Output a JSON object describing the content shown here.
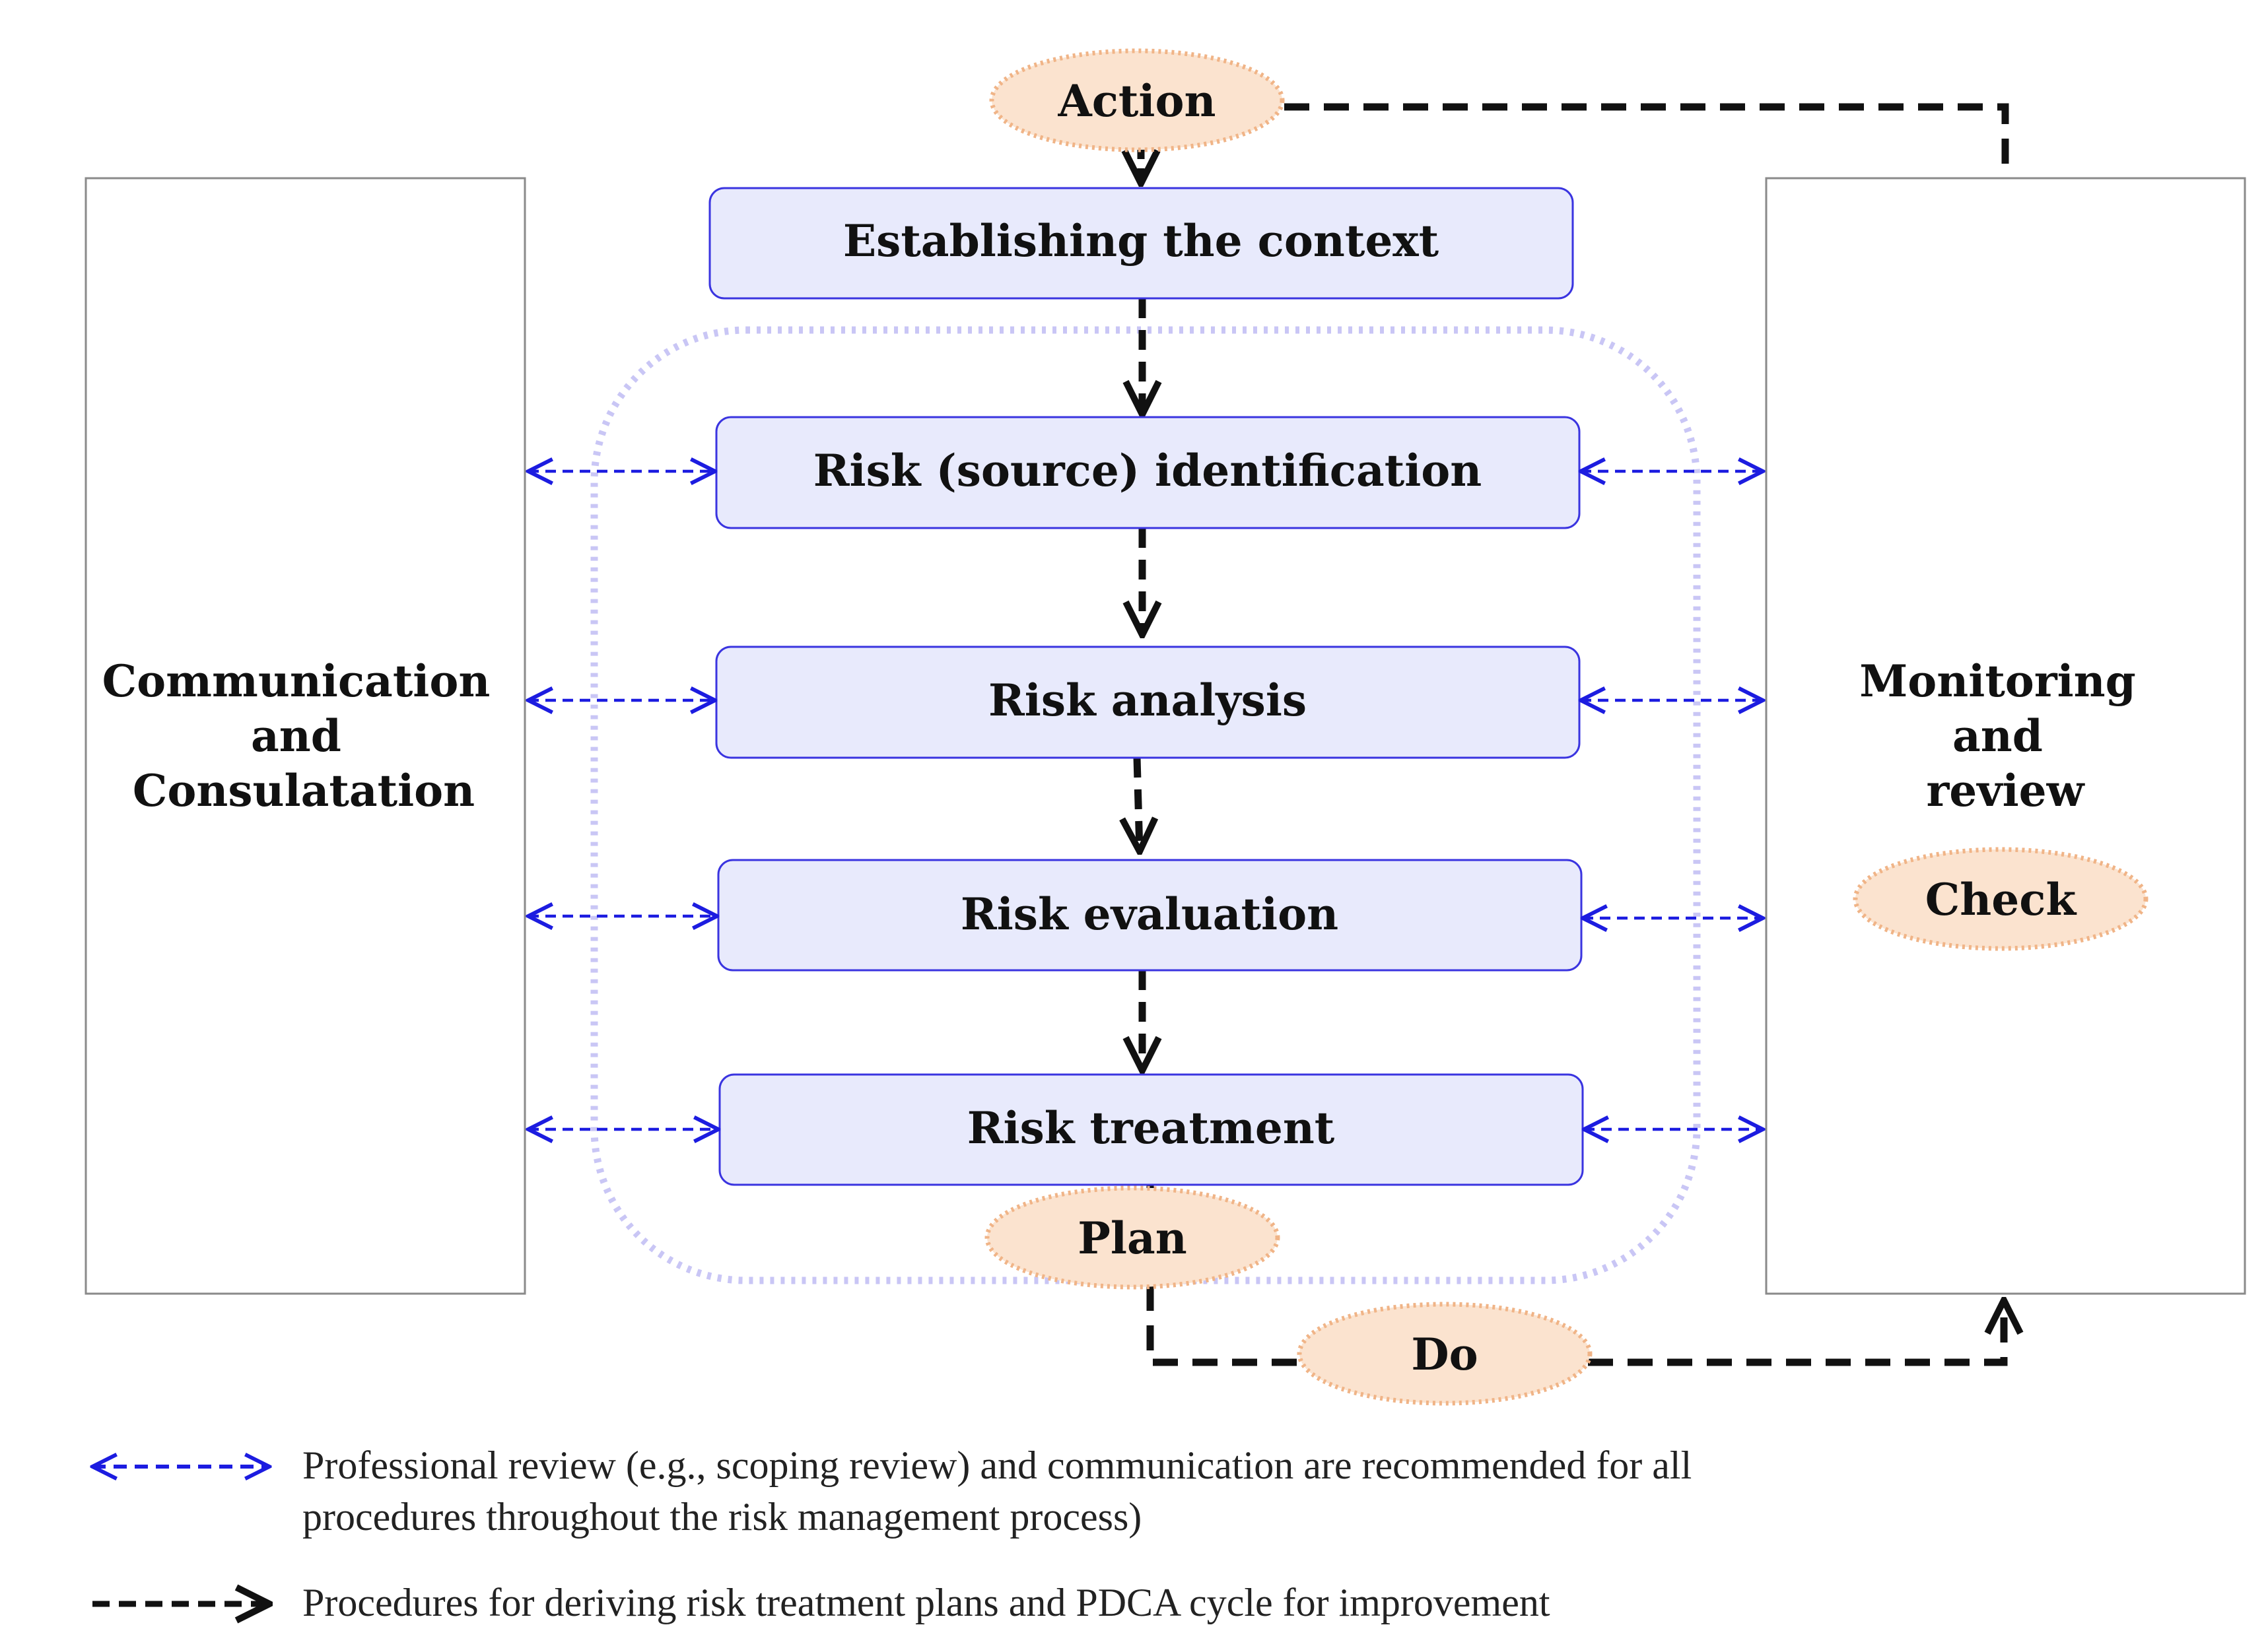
{
  "left_panel": {
    "line1": "Communication",
    "line2": "and",
    "line3": "Consulatation"
  },
  "right_panel": {
    "line1": "Monitoring",
    "line2": "and",
    "line3": "review"
  },
  "process_steps": [
    "Establishing the context",
    "Risk (source) identification",
    "Risk analysis",
    "Risk evaluation",
    "Risk treatment"
  ],
  "pdca": {
    "action": "Action",
    "plan": "Plan",
    "do": "Do",
    "check": "Check"
  },
  "legend": {
    "blue_line1": "Professional review (e.g., scoping review) and communication are recommended for all",
    "blue_line2": "procedures throughout the risk management process)",
    "black_line": "Procedures for deriving risk treatment plans and PDCA  cycle  for improvement"
  },
  "colors": {
    "box_fill": "#E8EAFC",
    "box_stroke": "#3A34E0",
    "blue_arrow": "#1C1CE0",
    "black_arrow": "#111111",
    "pdca_fill": "#FBE3CF",
    "pdca_stroke": "#F0B487",
    "dotted_frame": "#C9C6F5"
  }
}
